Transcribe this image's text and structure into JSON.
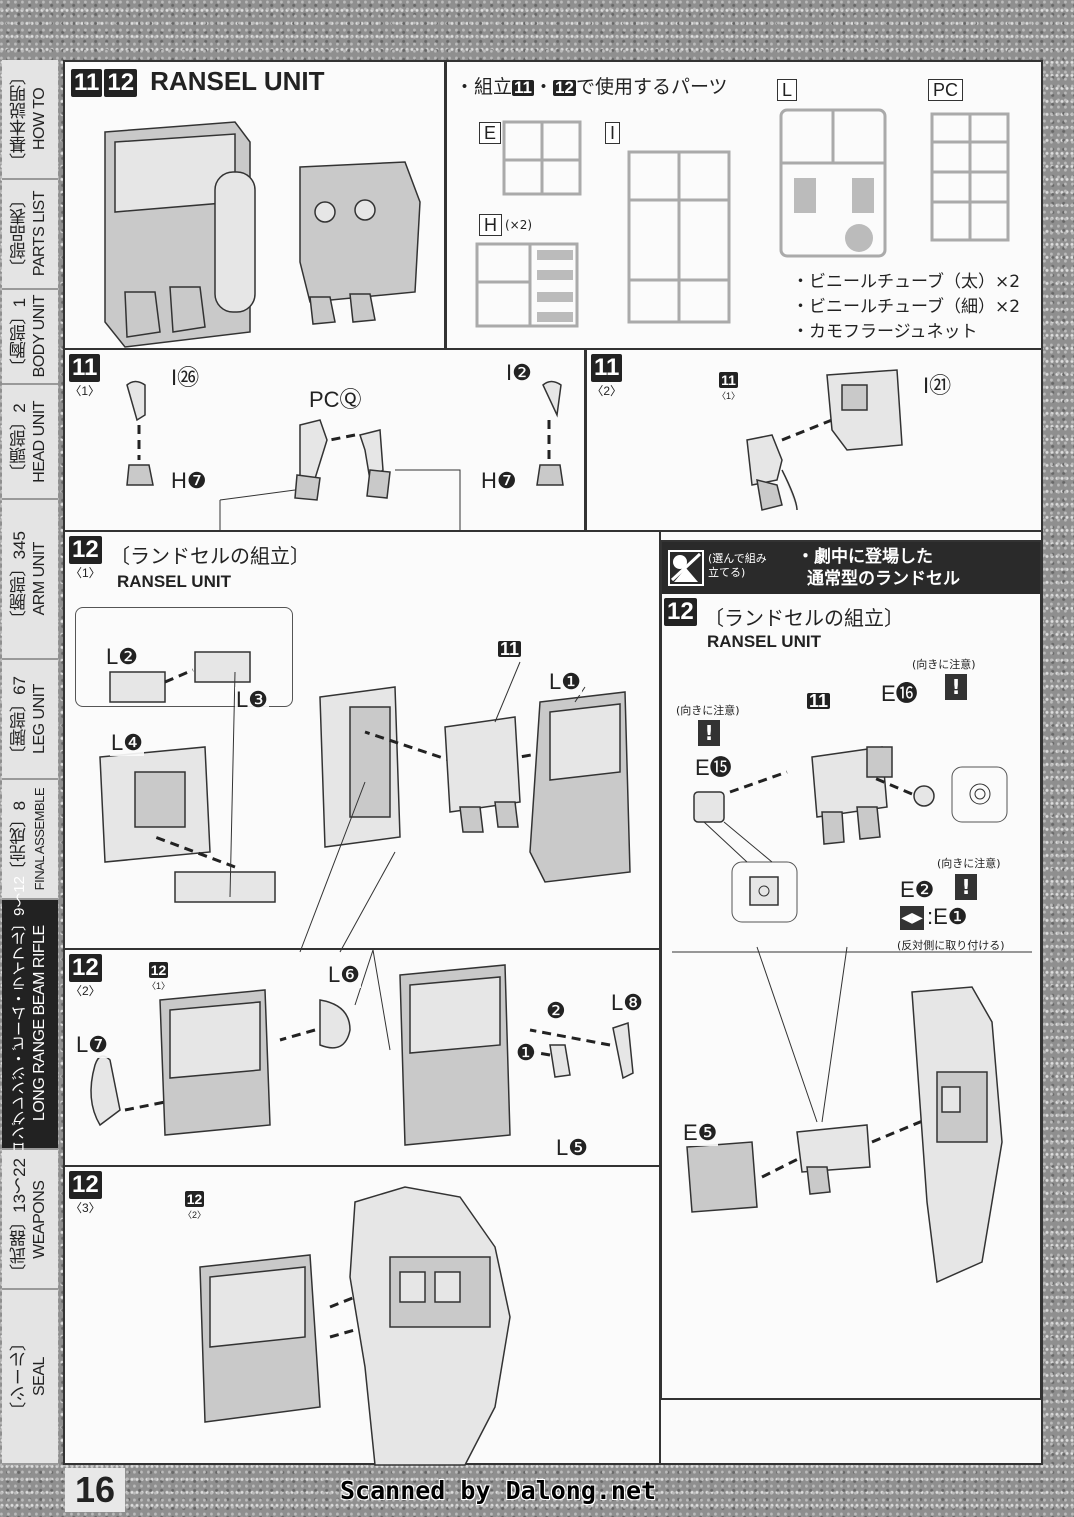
{
  "sidebar": {
    "tabs": [
      {
        "jp": "〔基本説明〕",
        "en": "HOW TO"
      },
      {
        "jp": "〔部品表〕",
        "en": "PARTS LIST"
      },
      {
        "jp": "〔胸部〕1",
        "en": "BODY UNIT"
      },
      {
        "jp": "〔頭部〕2",
        "en": "HEAD UNIT"
      },
      {
        "jp": "〔腕部〕345",
        "en": "ARM UNIT"
      },
      {
        "jp": "〔脚部〕67",
        "en": "LEG UNIT"
      },
      {
        "jp": "〔完成〕8",
        "en": "FINAL ASSEMBLE"
      },
      {
        "jp": "〔ロングレンジ・ビーム・ライフル〕9〜12",
        "en": "LONG RANGE BEAM RIFLE"
      },
      {
        "jp": "〔武器〕13〜22",
        "en": "WEAPONS"
      },
      {
        "jp": "〔シール〕",
        "en": "SEAL"
      }
    ]
  },
  "header": {
    "step_a": "11",
    "step_b": "12",
    "title": "RANSEL UNIT"
  },
  "parts": {
    "heading_pre": "・組立",
    "step_a": "11",
    "sep": "・",
    "step_b": "12",
    "heading_post": "で使用するパーツ",
    "runners": [
      {
        "id": "E"
      },
      {
        "id": "I"
      },
      {
        "id": "H",
        "qty": "(×2)"
      },
      {
        "id": "L"
      },
      {
        "id": "PC"
      }
    ],
    "extras": [
      "・ビニールチューブ（太）×2",
      "・ビニールチューブ（細）×2",
      "・カモフラージュネット"
    ]
  },
  "step11_1": {
    "step": "11",
    "sub": "〈1〉",
    "labels": [
      "I㉖",
      "PCⓆ",
      "I❷",
      "H❼",
      "H❼"
    ]
  },
  "step11_2": {
    "step": "11",
    "sub": "〈2〉",
    "ref_step": "11",
    "ref_sub": "〈1〉",
    "labels": [
      "I㉑"
    ]
  },
  "step12_1": {
    "step": "12",
    "title": "〔ランドセルの組立〕",
    "sub": "〈1〉",
    "subtitle": "RANSEL UNIT",
    "ref": "11",
    "labels": [
      "L❷",
      "L❸",
      "L❹",
      "L❶"
    ]
  },
  "option": {
    "choose": "(選んで組み立てる)",
    "desc1": "・劇中に登場した",
    "desc2": "通常型のランドセル",
    "step": "12",
    "title": "〔ランドセルの組立〕",
    "subtitle": "RANSEL UNIT",
    "caution": "(向きに注意)",
    "ref": "11",
    "labels": [
      "E⓰",
      "E⓯",
      "E❷",
      ":E❶",
      "E❺"
    ],
    "opposite": "(反対側に取り付ける)",
    "warn": "!"
  },
  "step12_2": {
    "step": "12",
    "sub": "〈2〉",
    "ref_step": "12",
    "ref_sub": "〈1〉",
    "labels": [
      "L❻",
      "L❼",
      "L❽",
      "❷",
      "❶",
      "L❺"
    ]
  },
  "step12_3": {
    "step": "12",
    "sub": "〈3〉",
    "ref_step": "12",
    "ref_sub": "〈2〉"
  },
  "footer": {
    "page": "16",
    "credit": "Scanned by Dalong.net"
  }
}
